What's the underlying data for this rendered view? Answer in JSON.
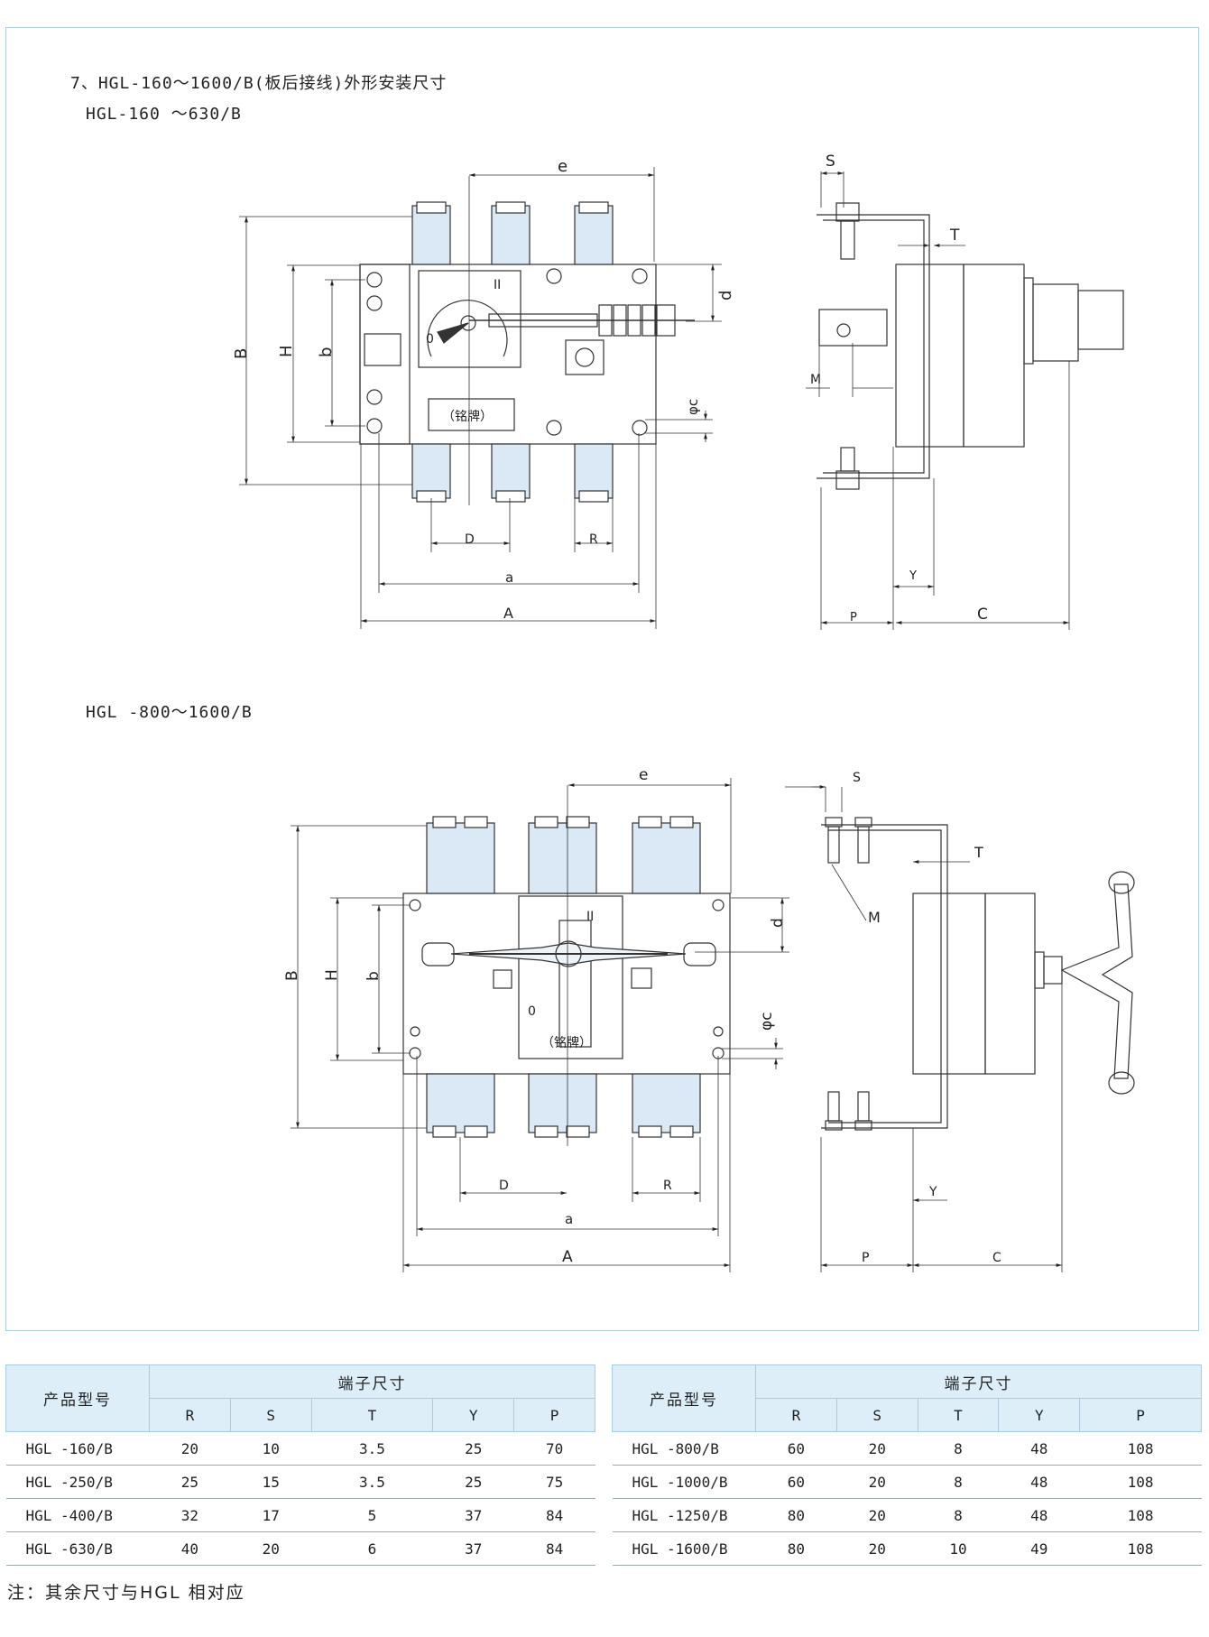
{
  "section_title": "7、HGL-160～1600/B(板后接线)外形安装尺寸",
  "subtitle_1": "HGL-160 ～630/B",
  "subtitle_2": "HGL -800～1600/B",
  "drawing_1": {
    "labels": {
      "e": "e",
      "d": "d",
      "B": "B",
      "H": "H",
      "b": "b",
      "phi_c": "φc",
      "D": "D",
      "R": "R",
      "a": "a",
      "A": "A",
      "S": "S",
      "T": "T",
      "M": "M",
      "Y": "Y",
      "P": "P",
      "C": "C",
      "pos_II": "II",
      "pos_0": "0",
      "nameplate": "（铭牌）"
    }
  },
  "drawing_2": {
    "labels": {
      "e": "e",
      "d": "d",
      "B": "B",
      "H": "H",
      "b": "b",
      "phi_c": "φc",
      "D": "D",
      "R": "R",
      "a": "a",
      "A": "A",
      "S": "S",
      "T": "T",
      "M": "M",
      "Y": "Y",
      "P": "P",
      "C": "C",
      "pos_II": "II",
      "pos_0": "0",
      "nameplate": "（铭牌）"
    }
  },
  "table_left": {
    "header_model": "产品型号",
    "header_group": "端子尺寸",
    "columns": [
      "R",
      "S",
      "T",
      "Y",
      "P"
    ],
    "rows": [
      {
        "model": "HGL -160/B",
        "values": [
          "20",
          "10",
          "3.5",
          "25",
          "70"
        ]
      },
      {
        "model": "HGL -250/B",
        "values": [
          "25",
          "15",
          "3.5",
          "25",
          "75"
        ]
      },
      {
        "model": "HGL -400/B",
        "values": [
          "32",
          "17",
          "5",
          "37",
          "84"
        ]
      },
      {
        "model": "HGL -630/B",
        "values": [
          "40",
          "20",
          "6",
          "37",
          "84"
        ]
      }
    ]
  },
  "table_right": {
    "header_model": "产品型号",
    "header_group": "端子尺寸",
    "columns": [
      "R",
      "S",
      "T",
      "Y",
      "P"
    ],
    "rows": [
      {
        "model": "HGL -800/B",
        "values": [
          "60",
          "20",
          "8",
          "48",
          "108"
        ]
      },
      {
        "model": "HGL -1000/B",
        "values": [
          "60",
          "20",
          "8",
          "48",
          "108"
        ]
      },
      {
        "model": "HGL -1250/B",
        "values": [
          "80",
          "20",
          "8",
          "48",
          "108"
        ]
      },
      {
        "model": "HGL -1600/B",
        "values": [
          "80",
          "20",
          "10",
          "49",
          "108"
        ]
      }
    ]
  },
  "note": "注：其余尺寸与HGL  相对应",
  "colors": {
    "frame_border": "#aed0e4",
    "terminal_fill": "#dbe8f5",
    "header_fill": "#ddeef8"
  }
}
